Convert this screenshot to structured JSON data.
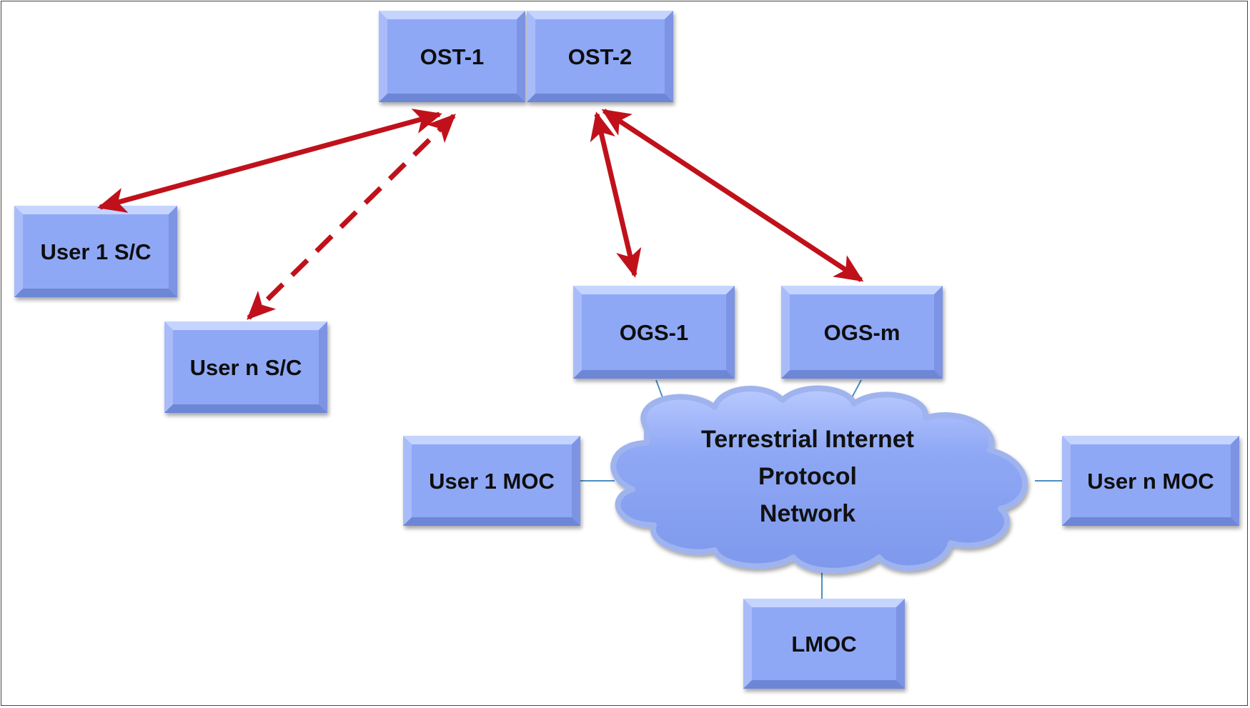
{
  "nodes": {
    "ost1": "OST-1",
    "ost2": "OST-2",
    "user1_sc": "User 1 S/C",
    "usern_sc": "User n S/C",
    "ogs1": "OGS-1",
    "ogsm": "OGS-m",
    "user1_moc": "User 1 MOC",
    "usern_moc": "User n MOC",
    "lmoc": "LMOC"
  },
  "cloud": {
    "line1": "Terrestrial Internet",
    "line2": "Protocol",
    "line3": "Network"
  },
  "colors": {
    "box_face": "#8fa8f5",
    "box_bevel_light": "#c5d4ff",
    "box_bevel_dark": "#6d86d6",
    "link_red": "#c0111a",
    "wire_blue": "#4a8fc6"
  }
}
